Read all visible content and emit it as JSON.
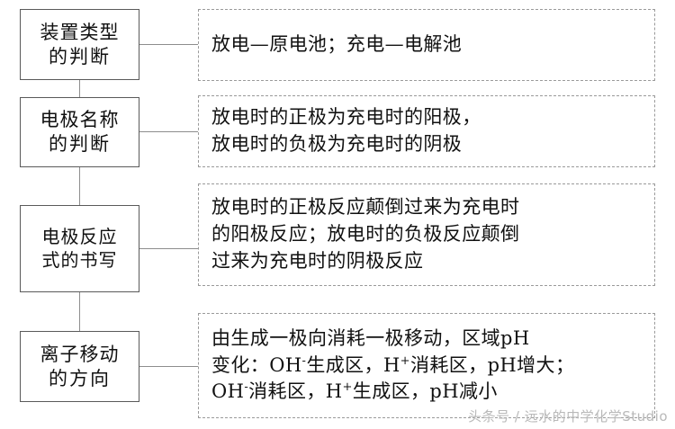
{
  "diagram": {
    "title_semantic": "electrochemistry-rechargeable-battery-analysis-flow",
    "nodes": [
      {
        "id": "device-type",
        "line1": "装置类型",
        "line2": "的判断"
      },
      {
        "id": "electrode-name",
        "line1": "电极名称",
        "line2": "的判断"
      },
      {
        "id": "electrode-eq",
        "line1": "电极反应",
        "line2": "式的书写"
      },
      {
        "id": "ion-direction",
        "line1": "离子移动",
        "line2": "的方向"
      }
    ],
    "details": [
      {
        "id": "device-type-detail",
        "lines": [
          {
            "segments": [
              {
                "t": "放电—原电池；充电—电解池"
              }
            ]
          }
        ]
      },
      {
        "id": "electrode-name-detail",
        "lines": [
          {
            "segments": [
              {
                "t": "放电时的正极为充电时的阳极，"
              }
            ]
          },
          {
            "segments": [
              {
                "t": "放电时的负极为充电时的阴极"
              }
            ]
          }
        ]
      },
      {
        "id": "electrode-eq-detail",
        "lines": [
          {
            "segments": [
              {
                "t": "放电时的正极反应颠倒过来为充电时"
              }
            ]
          },
          {
            "segments": [
              {
                "t": "的阳极反应；放电时的负极反应颠倒"
              }
            ]
          },
          {
            "segments": [
              {
                "t": "过来为充电时的阴极反应"
              }
            ]
          }
        ]
      },
      {
        "id": "ion-direction-detail",
        "lines": [
          {
            "segments": [
              {
                "t": "由生成一极向消耗一极移动，区域pH"
              }
            ]
          },
          {
            "segments": [
              {
                "t": "变化：OH"
              },
              {
                "t": "-",
                "sup": true
              },
              {
                "t": "生成区，H"
              },
              {
                "t": "+",
                "sup": true
              },
              {
                "t": "消耗区，pH增大；"
              }
            ]
          },
          {
            "segments": [
              {
                "t": "OH"
              },
              {
                "t": "-",
                "sup": true
              },
              {
                "t": "消耗区，H"
              },
              {
                "t": "+",
                "sup": true
              },
              {
                "t": "生成区，pH减小"
              }
            ]
          }
        ]
      }
    ],
    "watermark": "头条号 / 远水的中学化学Studio",
    "colors": {
      "node_border": "#5a5a5a",
      "detail_border": "#9a9a9a",
      "connector": "#8d8d8d",
      "text": "#111111",
      "watermark": "#b9b9b9",
      "background": "#ffffff"
    }
  }
}
